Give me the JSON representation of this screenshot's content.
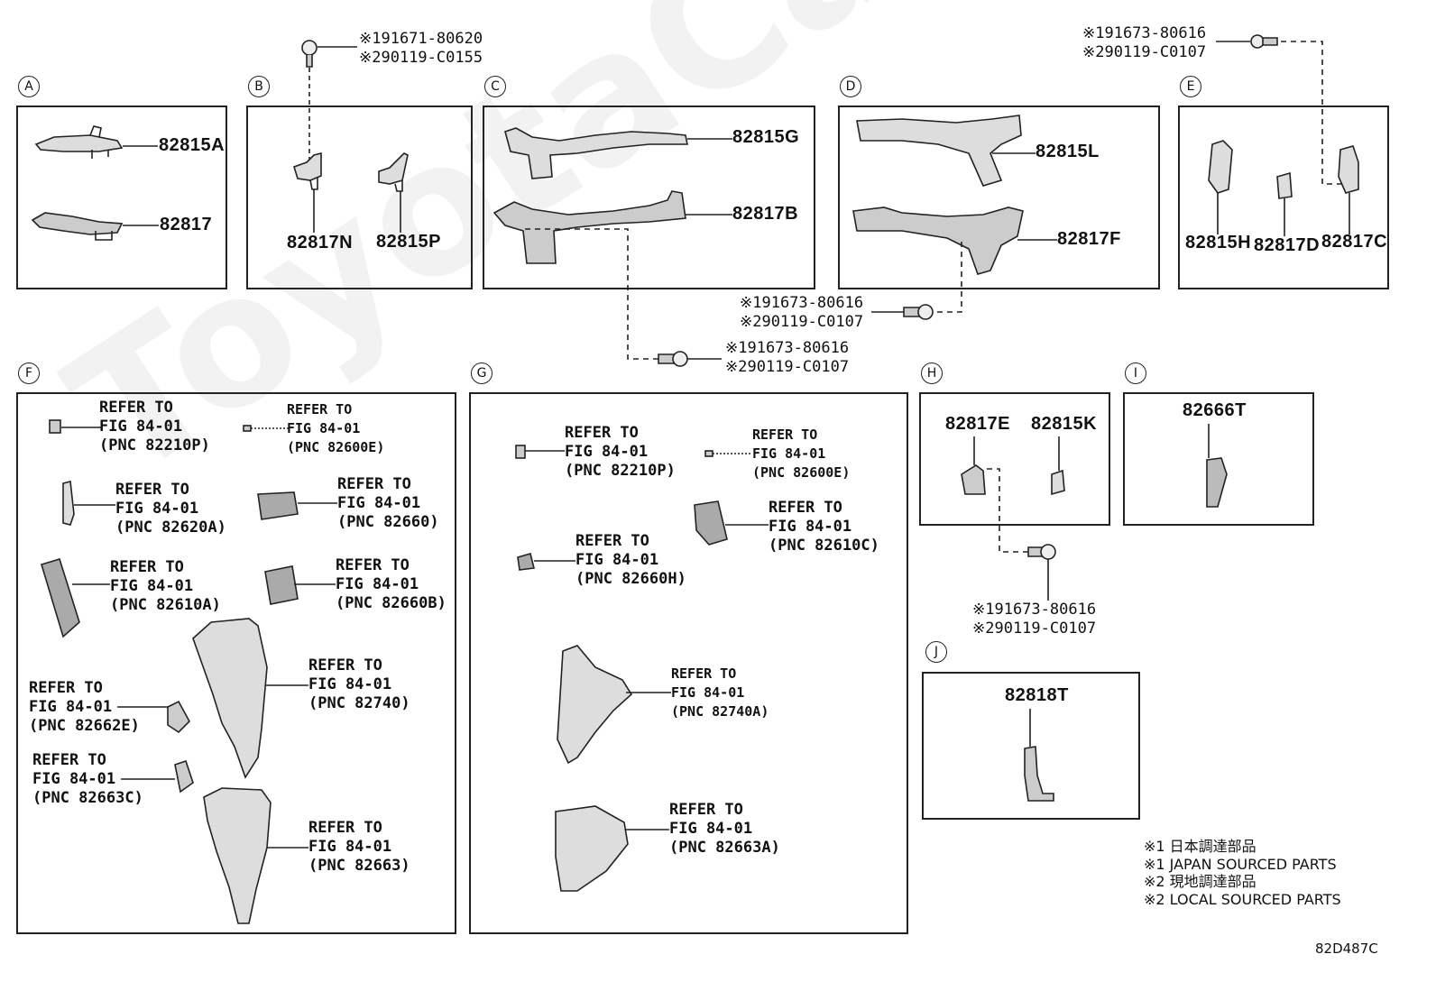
{
  "watermark": "ToyotaCarMine.ru",
  "sections": {
    "A": {
      "label": "A",
      "parts": [
        "82815A",
        "82817"
      ]
    },
    "B": {
      "label": "B",
      "parts": [
        "82817N",
        "82815P"
      ],
      "codes": [
        "※191671-80620",
        "※290119-C0155"
      ]
    },
    "C": {
      "label": "C",
      "parts": [
        "82815G",
        "82817B"
      ],
      "codes": [
        "※191673-80616",
        "※290119-C0107"
      ]
    },
    "D": {
      "label": "D",
      "parts": [
        "82815L",
        "82817F"
      ],
      "codes": [
        "※191673-80616",
        "※290119-C0107"
      ]
    },
    "E": {
      "label": "E",
      "parts": [
        "82815H",
        "82817D",
        "82817C"
      ],
      "codes": [
        "※191673-80616",
        "※290119-C0107"
      ]
    },
    "F": {
      "label": "F",
      "refs": [
        [
          "REFER TO",
          "FIG 84-01",
          "(PNC 82210P)"
        ],
        [
          "REFER TO",
          "FIG 84-01",
          "(PNC 82600E)"
        ],
        [
          "REFER TO",
          "FIG 84-01",
          "(PNC 82620A)"
        ],
        [
          "REFER TO",
          "FIG 84-01",
          "(PNC 82660)"
        ],
        [
          "REFER TO",
          "FIG 84-01",
          "(PNC 82610A)"
        ],
        [
          "REFER TO",
          "FIG 84-01",
          "(PNC 82660B)"
        ],
        [
          "REFER TO",
          "FIG 84-01",
          "(PNC 82740)"
        ],
        [
          "REFER TO",
          "FIG 84-01",
          "(PNC 82662E)"
        ],
        [
          "REFER TO",
          "FIG 84-01",
          "(PNC 82663C)"
        ],
        [
          "REFER TO",
          "FIG 84-01",
          "(PNC 82663)"
        ]
      ]
    },
    "G": {
      "label": "G",
      "refs": [
        [
          "REFER TO",
          "FIG 84-01",
          "(PNC 82210P)"
        ],
        [
          "REFER TO",
          "FIG 84-01",
          "(PNC 82600E)"
        ],
        [
          "REFER TO",
          "FIG 84-01",
          "(PNC 82610C)"
        ],
        [
          "REFER TO",
          "FIG 84-01",
          "(PNC 82660H)"
        ],
        [
          "REFER TO",
          "FIG 84-01",
          "(PNC 82740A)"
        ],
        [
          "REFER TO",
          "FIG 84-01",
          "(PNC 82663A)"
        ]
      ]
    },
    "H": {
      "label": "H",
      "parts": [
        "82817E",
        "82815K"
      ],
      "codes": [
        "※191673-80616",
        "※290119-C0107"
      ]
    },
    "I": {
      "label": "I",
      "parts": [
        "82666T"
      ]
    },
    "J": {
      "label": "J",
      "parts": [
        "82818T"
      ]
    }
  },
  "legend": [
    "※1 日本調達部品",
    "※1 JAPAN SOURCED PARTS",
    "※2 現地調達部品",
    "※2 LOCAL SOURCED PARTS"
  ],
  "diagram_id": "82D487C"
}
